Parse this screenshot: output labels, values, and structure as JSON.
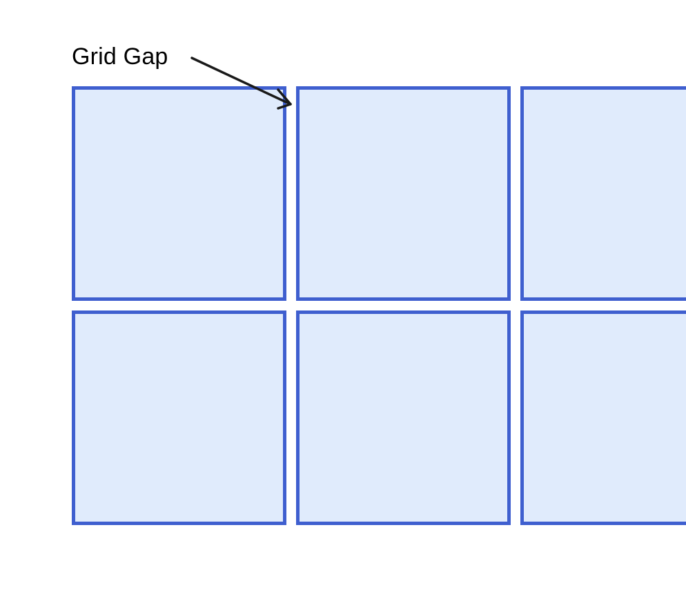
{
  "label": {
    "text": "Grid Gap"
  },
  "colors": {
    "cell_fill": "#e0ebfc",
    "cell_border": "#3f5fcf",
    "arrow": "#1a1a1a",
    "text": "#000000"
  },
  "grid": {
    "cells": [
      {
        "id": 1
      },
      {
        "id": 2
      },
      {
        "id": 3
      },
      {
        "id": 4
      },
      {
        "id": 5
      },
      {
        "id": 6
      }
    ]
  }
}
